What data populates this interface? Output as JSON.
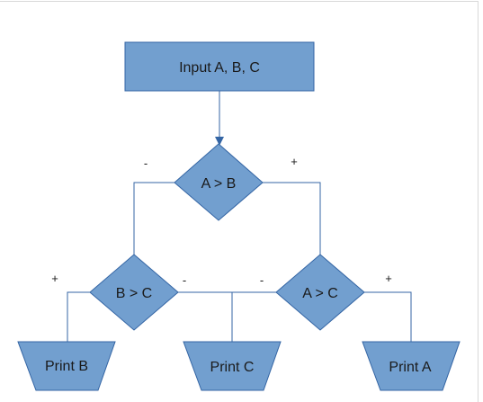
{
  "diagram": {
    "colors": {
      "fill": "#729fcf",
      "stroke": "#3465a4",
      "connector": "#3465a4",
      "text": "#1a1a1a"
    },
    "nodes": {
      "input": "Input A, B, C",
      "decision_ab": "A > B",
      "decision_bc": "B > C",
      "decision_ac": "A > C",
      "print_b": "Print B",
      "print_c": "Print C",
      "print_a": "Print A"
    },
    "branch_labels": {
      "ab_no": "-",
      "ab_yes": "+",
      "bc_yes": "+",
      "bc_no": "-",
      "ac_no": "-",
      "ac_yes": "+"
    }
  }
}
